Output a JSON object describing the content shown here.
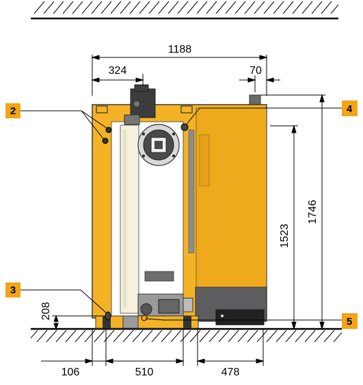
{
  "colors": {
    "boiler_body": "#f4b324",
    "boiler_shade": "#e09b12",
    "panel_dark": "#5d5d60",
    "callout_bg": "#f2a516",
    "line": "#000000",
    "white": "#ffffff"
  },
  "dimensions": {
    "total_width": "1188",
    "left_offset": "324",
    "flue_offset": "70",
    "total_height": "1746",
    "connection_height": "1523",
    "bottom_height": "208",
    "left_clearance": "106",
    "door_width": "510",
    "right_section": "478"
  },
  "callouts": {
    "c2": "2",
    "c3": "3",
    "c4": "4",
    "c5": "5"
  },
  "icons": {
    "wall_hatch": "diagonal-hatch",
    "floor_hatch": "diagonal-hatch"
  }
}
